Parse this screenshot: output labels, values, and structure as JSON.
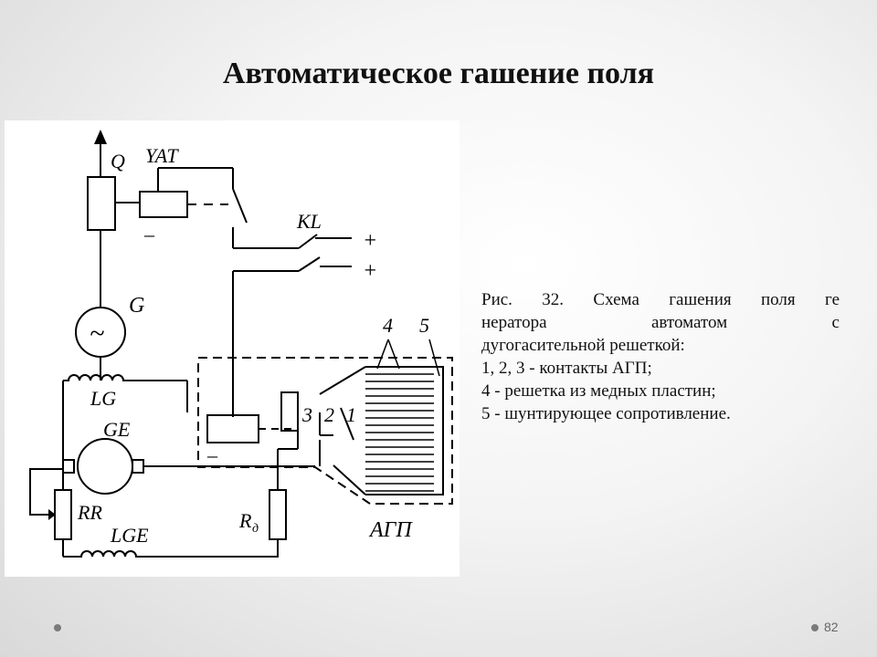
{
  "slide": {
    "title": "Автоматическое гашение поля",
    "page_number": "82"
  },
  "diagram": {
    "labels": {
      "Q": "Q",
      "YAT": "YAT",
      "KL": "KL",
      "G": "G",
      "generator_symbol": "~",
      "LG": "LG",
      "GE": "GE",
      "RR": "RR",
      "LGE": "LGE",
      "Rd_main": "R",
      "Rd_sub": "д",
      "contact_3": "3",
      "contact_2": "2",
      "contact_1": "1",
      "grid_4": "4",
      "grid_5": "5",
      "agp": "АГП",
      "plus_1": "+",
      "plus_2": "+",
      "minus_yat": "–",
      "minus_coil": "–"
    }
  },
  "caption": {
    "line1": "Рис. 32. Схема гашения поля ге",
    "line2": "нератора автоматом с",
    "line3": "дугогасительной решеткой:",
    "line4": "1, 2, 3 - контакты АГП;",
    "line5": "4 - решетка из медных пластин;",
    "line6": "5 - шунтирующее сопротивление."
  }
}
